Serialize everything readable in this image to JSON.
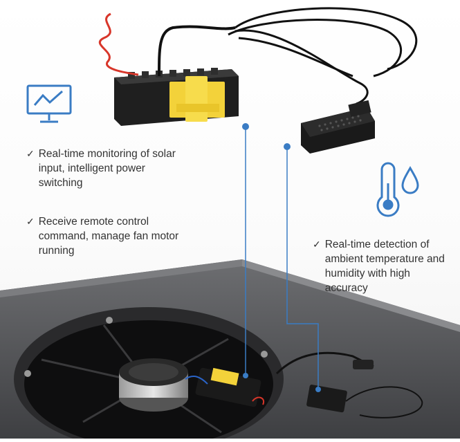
{
  "features": [
    {
      "check": "✓",
      "text": "Real-time monitoring of solar input, intelligent power switching"
    },
    {
      "check": "✓",
      "text": "Receive remote control command, manage fan motor running"
    },
    {
      "check": "✓",
      "text": "Real-time detection of ambient temperature and humidity with high accuracy"
    }
  ],
  "icons": {
    "monitor": "monitor-chart-icon",
    "thermometer": "thermometer-icon",
    "droplet": "water-droplet-icon"
  },
  "colors": {
    "accent_blue": "#3a7cc4",
    "connector_yellow": "#f3d23a",
    "device_black": "#1c1c1c",
    "housing_gray": "#5a5b5e"
  }
}
